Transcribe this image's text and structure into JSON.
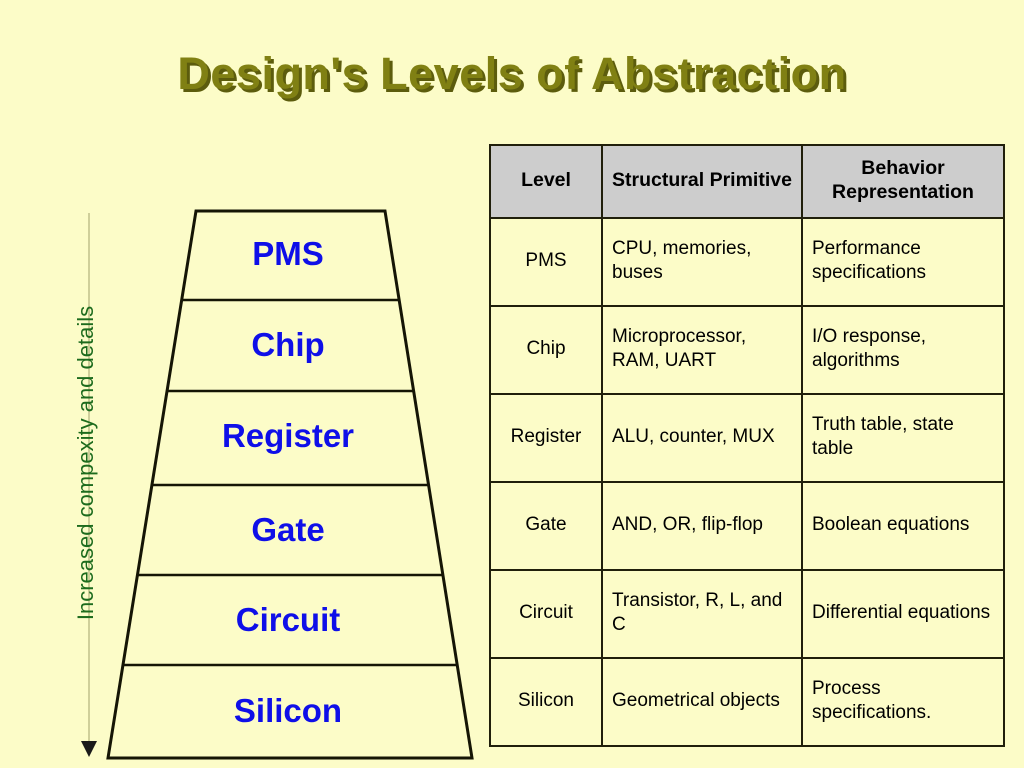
{
  "slide": {
    "title": "Design's Levels of Abstraction",
    "background_color": "#fcfcc8",
    "title_color": "#808013",
    "title_shadow_color": "#5c5c0d"
  },
  "axis": {
    "caption": "Increased compexity and details",
    "caption_color": "#1d6b1d",
    "arrow_direction": "down",
    "arrow_icon": "down-arrow-icon"
  },
  "pyramid": {
    "label_color": "#0f0fe8",
    "levels": [
      {
        "label": "PMS"
      },
      {
        "label": "Chip"
      },
      {
        "label": "Register"
      },
      {
        "label": "Gate"
      },
      {
        "label": "Circuit"
      },
      {
        "label": "Silicon"
      }
    ]
  },
  "table": {
    "header_background": "#cdcdcd",
    "headers": [
      "Level",
      "Structural Primitive",
      "Behavior Representation"
    ],
    "rows": [
      {
        "level": "PMS",
        "structural_primitive": "CPU, memories, buses",
        "behavior_representation": "Performance specifications"
      },
      {
        "level": "Chip",
        "structural_primitive": "Microprocessor, RAM, UART",
        "behavior_representation": "I/O response, algorithms"
      },
      {
        "level": "Register",
        "structural_primitive": "ALU, counter, MUX",
        "behavior_representation": "Truth table, state table"
      },
      {
        "level": "Gate",
        "structural_primitive": "AND, OR, flip-flop",
        "behavior_representation": "Boolean equations"
      },
      {
        "level": "Circuit",
        "structural_primitive": "Transistor, R, L, and C",
        "behavior_representation": "Differential equations"
      },
      {
        "level": "Silicon",
        "structural_primitive": "Geometrical objects",
        "behavior_representation": "Process specifications."
      }
    ]
  }
}
